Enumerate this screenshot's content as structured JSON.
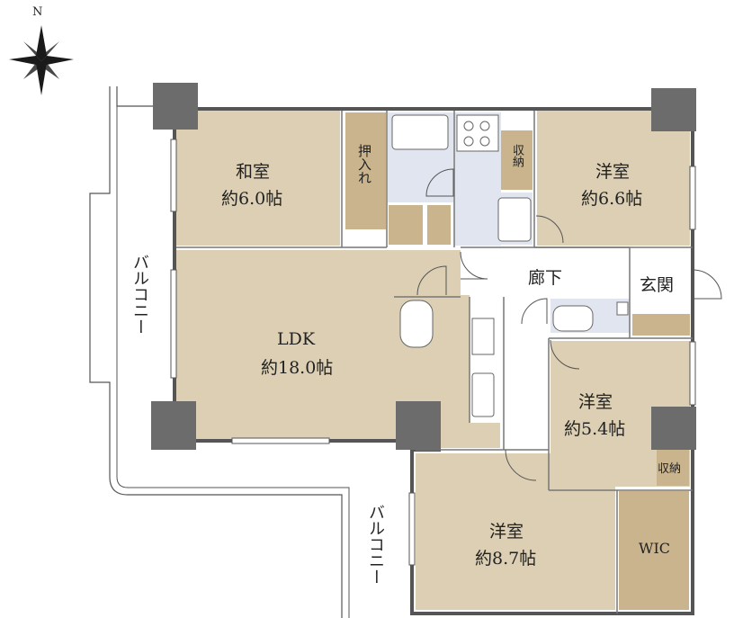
{
  "compass": {
    "north": "N"
  },
  "rooms": {
    "washitsu": {
      "name": "和室",
      "size": "約6.0帖"
    },
    "yoshitsu_ne": {
      "name": "洋室",
      "size": "約6.6帖"
    },
    "ldk": {
      "name": "LDK",
      "size": "約18.0帖"
    },
    "yoshitsu_e": {
      "name": "洋室",
      "size": "約5.4帖"
    },
    "yoshitsu_s": {
      "name": "洋室",
      "size": "約8.7帖"
    },
    "wic": {
      "name": "WIC"
    }
  },
  "labels": {
    "oshiire": "押入れ",
    "shuno_top": "収納",
    "shuno_side": "収納",
    "roka": "廊下",
    "genkan": "玄関",
    "balcony_west": "バルコニー",
    "balcony_south": "バルコニー"
  },
  "colors": {
    "room_fill": "#dccfb3",
    "storage_fill": "#c9b48e",
    "wet_fill": "#e1e5ef",
    "wall": "#555555",
    "pillar": "#6c6c6c"
  }
}
